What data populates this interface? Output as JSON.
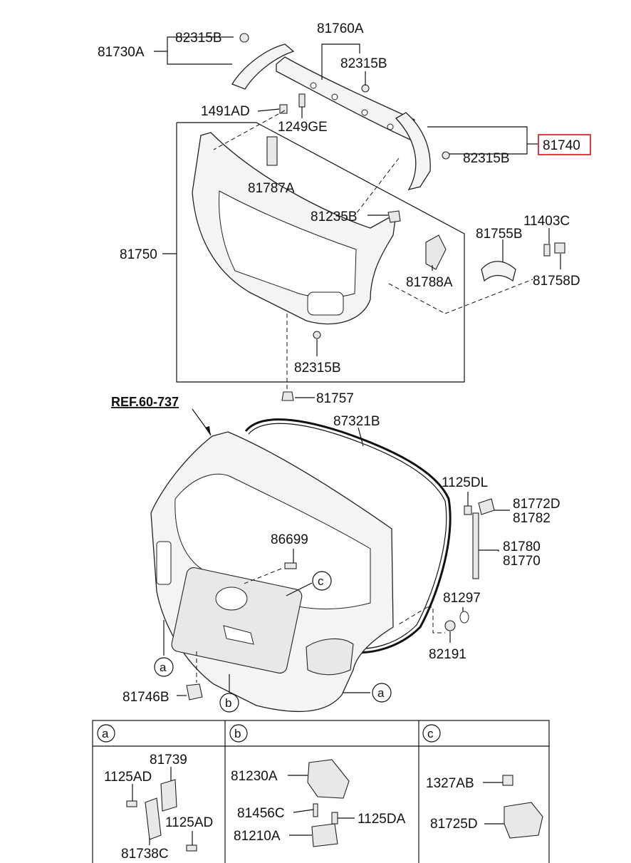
{
  "diagram": {
    "reference": "REF.60-737",
    "highlighted_part": "81740",
    "labels": {
      "p81730A": "81730A",
      "p82315B_1": "82315B",
      "p81760A": "81760A",
      "p82315B_2": "82315B",
      "p1491AD": "1491AD",
      "p1249GE": "1249GE",
      "p81740": "81740",
      "p82315B_3": "82315B",
      "p81787A": "81787A",
      "p81235B": "81235B",
      "p81750": "81750",
      "p81755B": "81755B",
      "p11403C": "11403C",
      "p81758D": "81758D",
      "p81788A": "81788A",
      "p82315B_4": "82315B",
      "p81757": "81757",
      "p87321B": "87321B",
      "p1125DL": "1125DL",
      "p81772D": "81772D",
      "p81782": "81782",
      "p86699": "86699",
      "p81780": "81780",
      "p81770": "81770",
      "p81297": "81297",
      "p82191": "82191",
      "p81746B": "81746B"
    },
    "callouts": {
      "c_a1": "a",
      "c_a2": "a",
      "c_b": "b",
      "c_c": "c"
    },
    "detail_table": {
      "headers": [
        "a",
        "b",
        "c"
      ],
      "a_labels": [
        "81739",
        "1125AD",
        "1125AD",
        "81738C"
      ],
      "b_labels": [
        "81230A",
        "81456C",
        "1125DA",
        "81210A"
      ],
      "c_labels": [
        "1327AB",
        "81725D"
      ]
    },
    "colors": {
      "highlight_box": "#e0262b",
      "line": "#111111"
    }
  }
}
